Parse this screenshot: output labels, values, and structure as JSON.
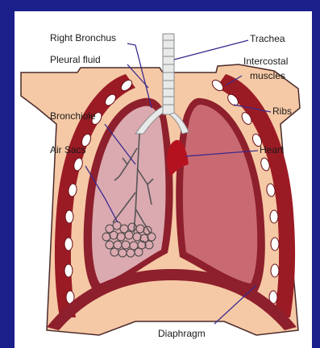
{
  "labels": {
    "right_bronchus": "Right Bronchus",
    "pleural_fluid": "Pleural fluid",
    "bronchiole": "Bronchiole",
    "air_sacs": "Air Sacs",
    "trachea": "Trachea",
    "intercostal_muscles_1": "Intercostal",
    "intercostal_muscles_2": "muscles",
    "ribs": "Ribs",
    "heart": "Heart",
    "diaphragm": "Diaphragm"
  },
  "colors": {
    "background": "#1a1f8a",
    "skin": "#f6c9a6",
    "lung_fill": "#c96a72",
    "lung_wall": "#8e1f2c",
    "air_sac_region": "#dba9b0",
    "heart": "#b5121f",
    "rib_band": "#9b1b24",
    "diaphragm": "#8e1f2c",
    "pointer_lines": "#3a2a8c"
  }
}
